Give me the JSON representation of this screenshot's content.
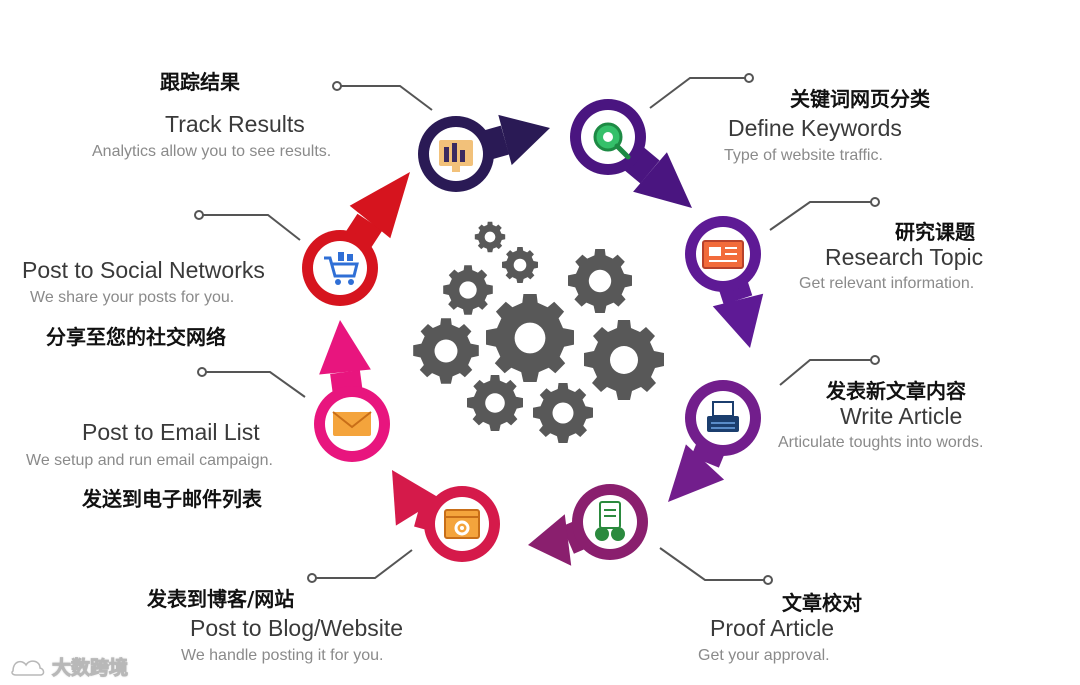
{
  "steps": [
    {
      "id": "track",
      "cn": "跟踪结果",
      "title": "Track Results",
      "sub": "Analytics allow you to see results.",
      "color": "#2a1a55",
      "icon": "analytics-icon"
    },
    {
      "id": "define",
      "cn": "关键词网页分类",
      "title": "Define Keywords",
      "sub": "Type of website traffic.",
      "color": "#4a1580",
      "icon": "keyword-search-icon"
    },
    {
      "id": "research",
      "cn": "研究课题",
      "title": "Research Topic",
      "sub": "Get relevant information.",
      "color": "#5e1a95",
      "icon": "document-icon"
    },
    {
      "id": "write",
      "cn": "发表新文章内容",
      "title": "Write Article",
      "sub": "Articulate toughts into words.",
      "color": "#721e8c",
      "icon": "typewriter-icon"
    },
    {
      "id": "proof",
      "cn": "文章校对",
      "title": "Proof Article",
      "sub": "Get your approval.",
      "color": "#8a1f6e",
      "icon": "proofread-icon"
    },
    {
      "id": "blog",
      "cn": "发表到博客/网站",
      "title": "Post to Blog/Website",
      "sub": "We handle posting it for you.",
      "color": "#d51a4a",
      "icon": "website-icon"
    },
    {
      "id": "email",
      "cn": "发送到电子邮件列表",
      "title": "Post to Email List",
      "sub": "We setup and run email campaign.",
      "color": "#e8157e",
      "icon": "envelope-icon"
    },
    {
      "id": "social",
      "cn": "分享至您的社交网络",
      "title": "Post to Social Networks",
      "sub": "We share your posts for you.",
      "color": "#d6141e",
      "icon": "share-cart-icon"
    }
  ],
  "watermark": {
    "text": "大数跨境"
  }
}
